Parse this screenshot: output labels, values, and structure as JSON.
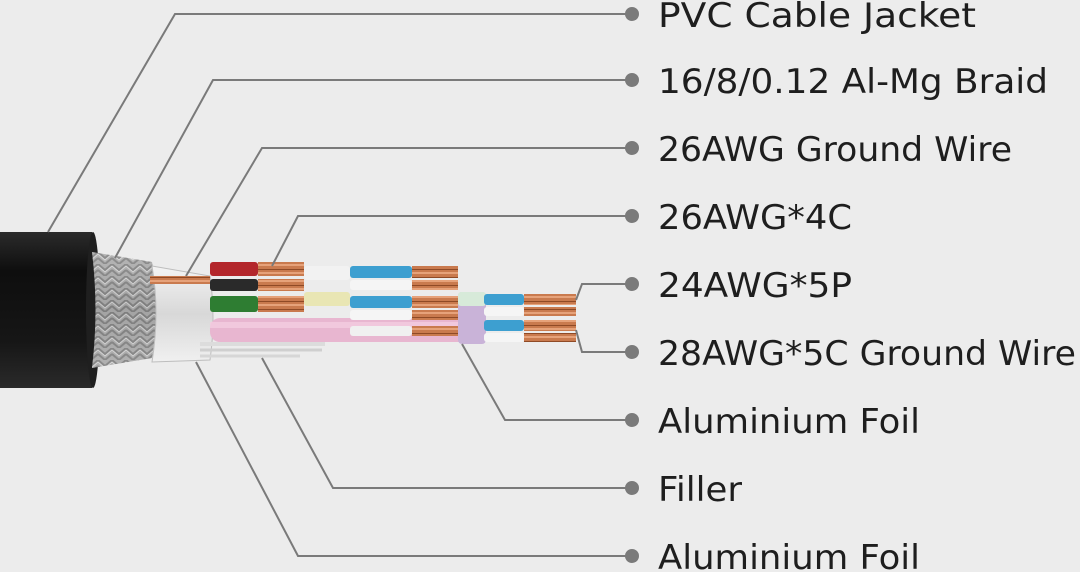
{
  "labels": [
    "PVC Cable Jacket",
    "16/8/0.12 Al-Mg Braid",
    "26AWG Ground Wire",
    "26AWG*4C",
    "24AWG*5P",
    "28AWG*5C Ground Wire",
    "Aluminium Foil",
    "Filler",
    "Aluminium Foil"
  ],
  "colors": {
    "background": "#ececec",
    "jacket": "#141414",
    "braid": "#a9a9a9",
    "copper": "#c97a4e",
    "leader": "#7a7a7a",
    "text": "#1e1e1e",
    "red_core": "#b3262b",
    "green_core": "#2e7d32",
    "blue_core": "#3d9fd0",
    "pink_filler": "#e8b6d0",
    "white_core": "#f2f2f2",
    "yellow_core": "#e9e6b4"
  }
}
